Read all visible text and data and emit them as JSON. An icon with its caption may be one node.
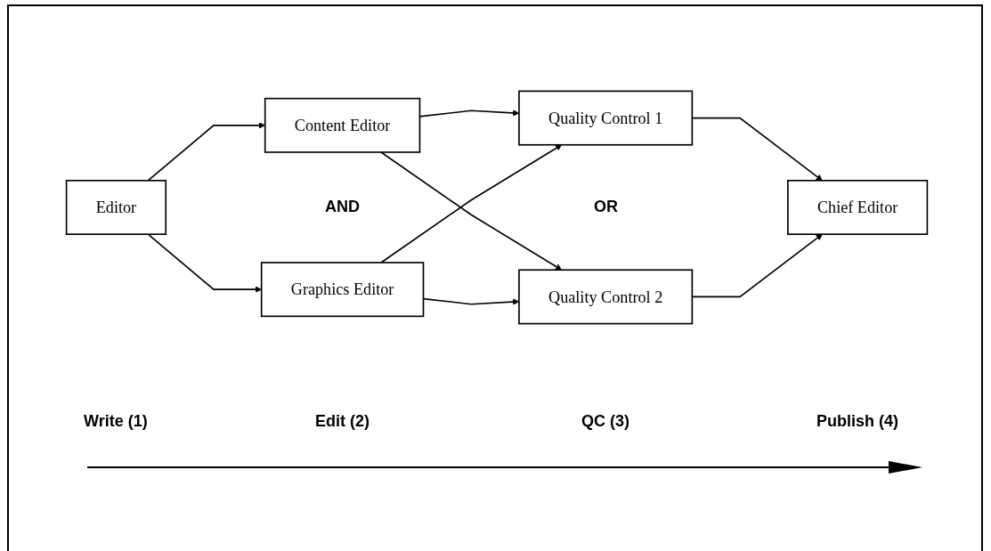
{
  "diagram": {
    "nodes": [
      {
        "text": [
          "Editor"
        ]
      },
      {
        "text": [
          "Content Editor"
        ]
      },
      {
        "text": [
          "Graphics Editor"
        ]
      },
      {
        "text": [
          "Quality Control 1"
        ]
      },
      {
        "text": [
          "Quality Control 2"
        ]
      },
      {
        "text": [
          "Chief Editor"
        ]
      }
    ],
    "edges": [
      {
        "from": 0,
        "to": 1,
        "arrow": "to"
      },
      {
        "from": 0,
        "to": 2,
        "arrow": "to"
      },
      {
        "from": 1,
        "to": 3,
        "arrow": "to"
      },
      {
        "from": 1,
        "to": 4,
        "arrow": "to"
      },
      {
        "from": 2,
        "to": 3,
        "arrow": "to"
      },
      {
        "from": 2,
        "to": 4,
        "arrow": "to"
      },
      {
        "from": 3,
        "to": 5,
        "arrow": "to"
      },
      {
        "from": 4,
        "to": 5,
        "arrow": "to"
      }
    ],
    "labels": [
      "AND",
      "OR",
      "Write (1)",
      "Edit (2)",
      "QC (3)",
      "Publish (4)"
    ]
  }
}
